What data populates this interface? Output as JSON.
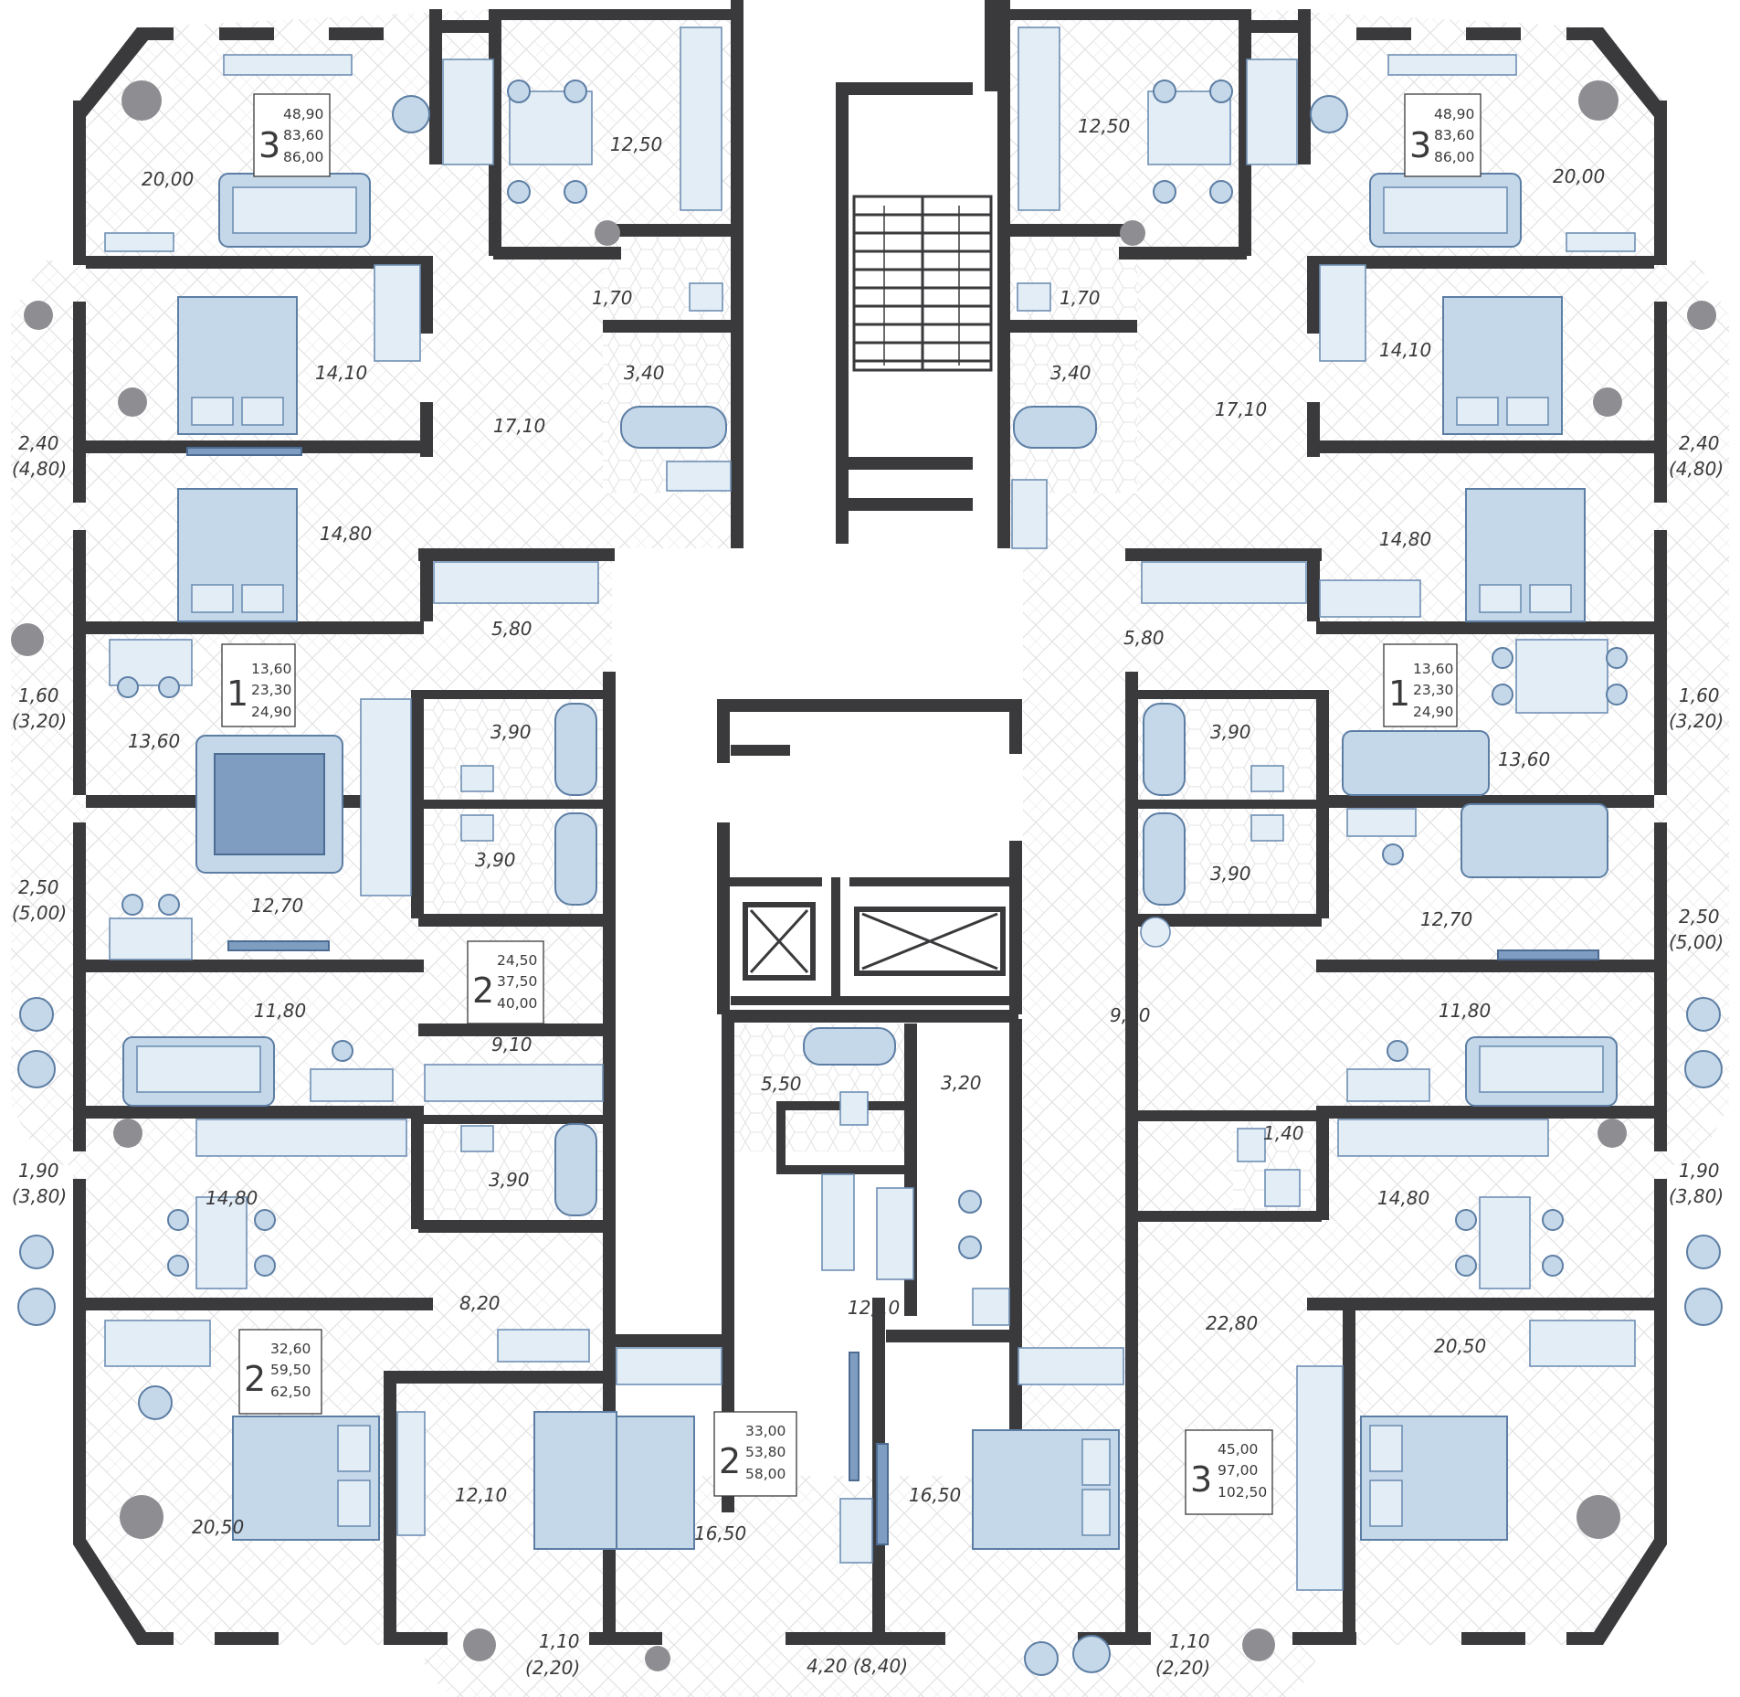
{
  "colors": {
    "wall": "#3a3a3c",
    "floor_lines": "#e4e4e6",
    "furniture_fill": "#c5d8e9",
    "furniture_stroke": "#5d7ea4",
    "furniture_accent": "#7f9dc0"
  },
  "apartments": [
    {
      "id": "apt-top-left",
      "rooms_count": "3",
      "living_area": "48,90",
      "total_area": "83,60",
      "total_with_balcony": "86,00"
    },
    {
      "id": "apt-top-right",
      "rooms_count": "3",
      "living_area": "48,90",
      "total_area": "83,60",
      "total_with_balcony": "86,00"
    },
    {
      "id": "apt-mid-left-1",
      "rooms_count": "1",
      "living_area": "13,60",
      "total_area": "23,30",
      "total_with_balcony": "24,90"
    },
    {
      "id": "apt-mid-right-1",
      "rooms_count": "1",
      "living_area": "13,60",
      "total_area": "23,30",
      "total_with_balcony": "24,90"
    },
    {
      "id": "apt-left-2a",
      "rooms_count": "2",
      "living_area": "24,50",
      "total_area": "37,50",
      "total_with_balcony": "40,00"
    },
    {
      "id": "apt-bottom-left-2",
      "rooms_count": "2",
      "living_area": "32,60",
      "total_area": "59,50",
      "total_with_balcony": "62,50"
    },
    {
      "id": "apt-bottom-center-2",
      "rooms_count": "2",
      "living_area": "33,00",
      "total_area": "53,80",
      "total_with_balcony": "58,00"
    },
    {
      "id": "apt-bottom-right-3",
      "rooms_count": "3",
      "living_area": "45,00",
      "total_area": "97,00",
      "total_with_balcony": "102,50"
    }
  ],
  "room_labels": [
    "20,00",
    "12,50",
    "1,70",
    "3,40",
    "14,10",
    "17,10",
    "14,80",
    "5,80",
    "13,60",
    "3,90",
    "3,90",
    "12,70",
    "11,80",
    "9,10",
    "14,80",
    "3,90",
    "8,20",
    "20,50",
    "12,10",
    "16,50",
    "5,50",
    "3,20",
    "12,10",
    "16,50",
    "22,80",
    "20,50",
    "12,50",
    "20,00",
    "1,70",
    "3,40",
    "14,10",
    "17,10",
    "14,80",
    "5,80",
    "3,90",
    "13,60",
    "3,90",
    "12,70",
    "9,10",
    "11,80",
    "1,40",
    "14,80"
  ],
  "balcony_labels": [
    {
      "area": "2,40",
      "paren": "(4,80)"
    },
    {
      "area": "1,60",
      "paren": "(3,20)"
    },
    {
      "area": "2,50",
      "paren": "(5,00)"
    },
    {
      "area": "1,90",
      "paren": "(3,80)"
    },
    {
      "area": "1,10",
      "paren": "(2,20)"
    },
    {
      "area": "4,20 (8,40)",
      "paren": ""
    },
    {
      "area": "1,10",
      "paren": "(2,20)"
    },
    {
      "area": "2,40",
      "paren": "(4,80)"
    },
    {
      "area": "1,60",
      "paren": "(3,20)"
    },
    {
      "area": "2,50",
      "paren": "(5,00)"
    },
    {
      "area": "1,90",
      "paren": "(3,80)"
    }
  ],
  "icons": [
    "bed-icon",
    "sofa-icon",
    "dining-table-icon",
    "bathtub-icon",
    "toilet-icon",
    "sink-icon",
    "stove-icon",
    "wardrobe-icon",
    "plant-icon",
    "piano-icon",
    "tv-icon",
    "lounge-chair-icon",
    "stairs-icon",
    "elevator-icon",
    "desk-icon"
  ]
}
